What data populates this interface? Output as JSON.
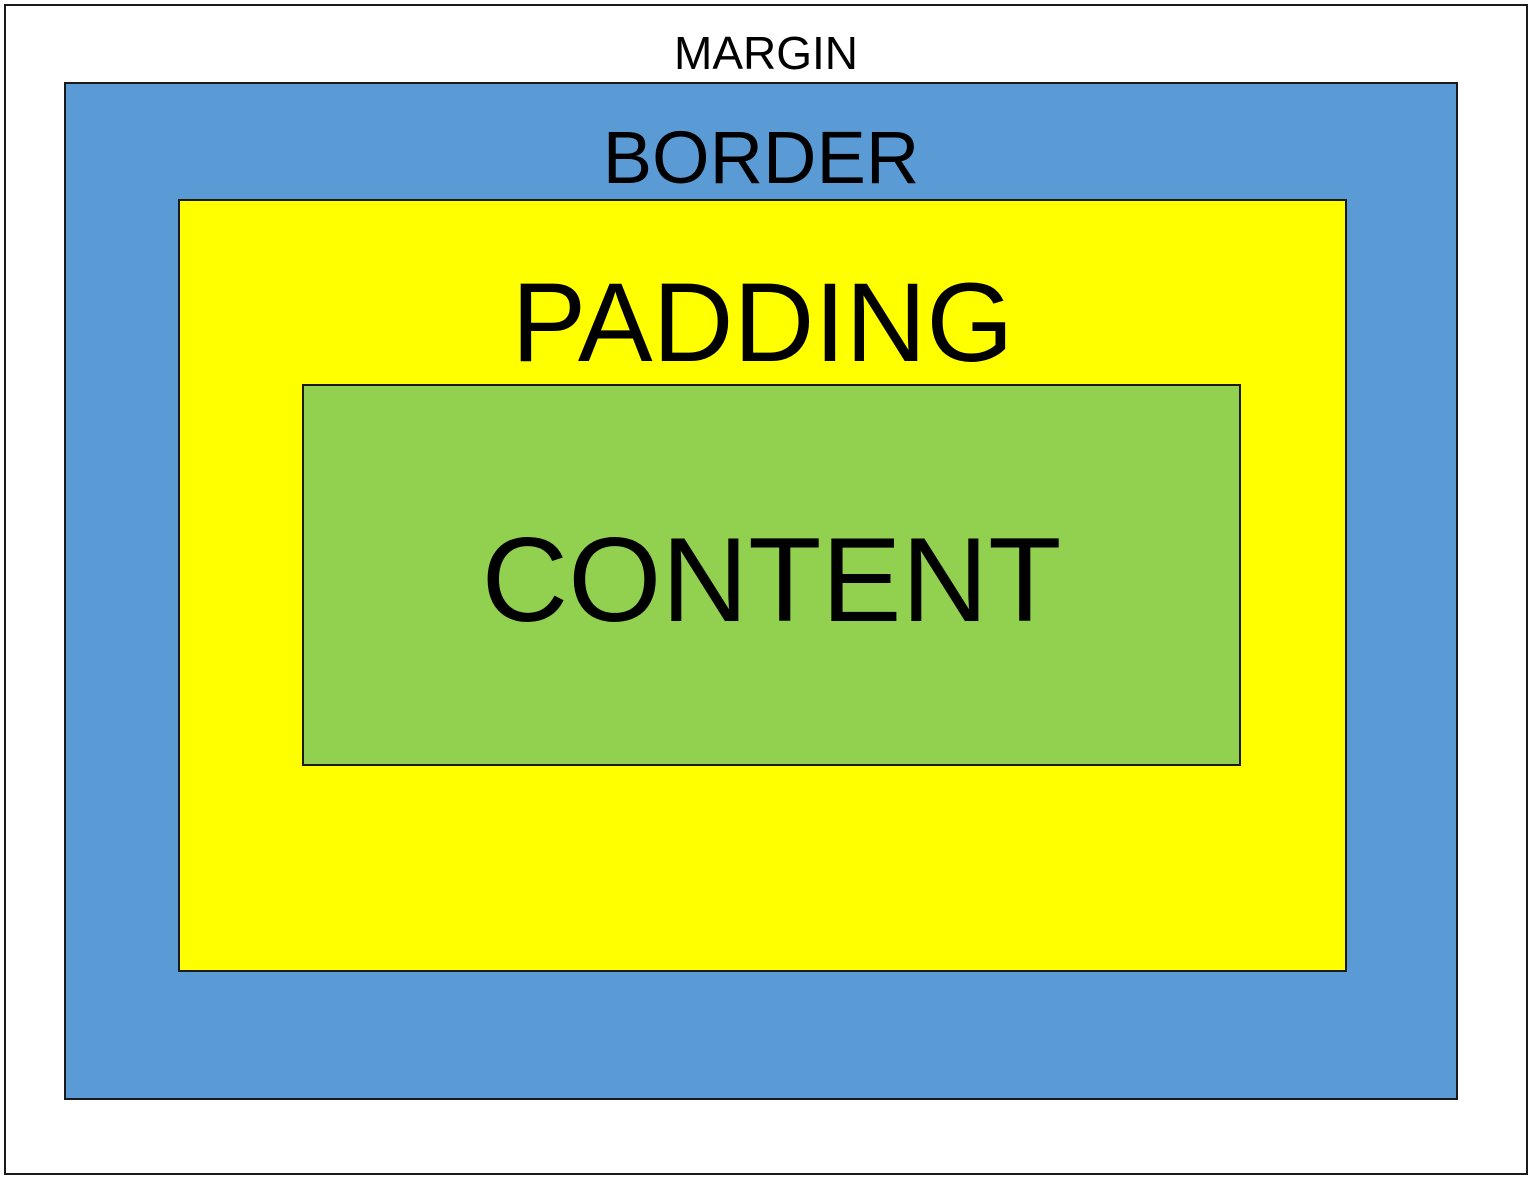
{
  "layers": {
    "margin": {
      "label": "MARGIN",
      "color": "#ffffff"
    },
    "border": {
      "label": "BORDER",
      "color": "#5b9bd5"
    },
    "padding": {
      "label": "PADDING",
      "color": "#ffff00"
    },
    "content": {
      "label": "CONTENT",
      "color": "#92d050"
    }
  }
}
